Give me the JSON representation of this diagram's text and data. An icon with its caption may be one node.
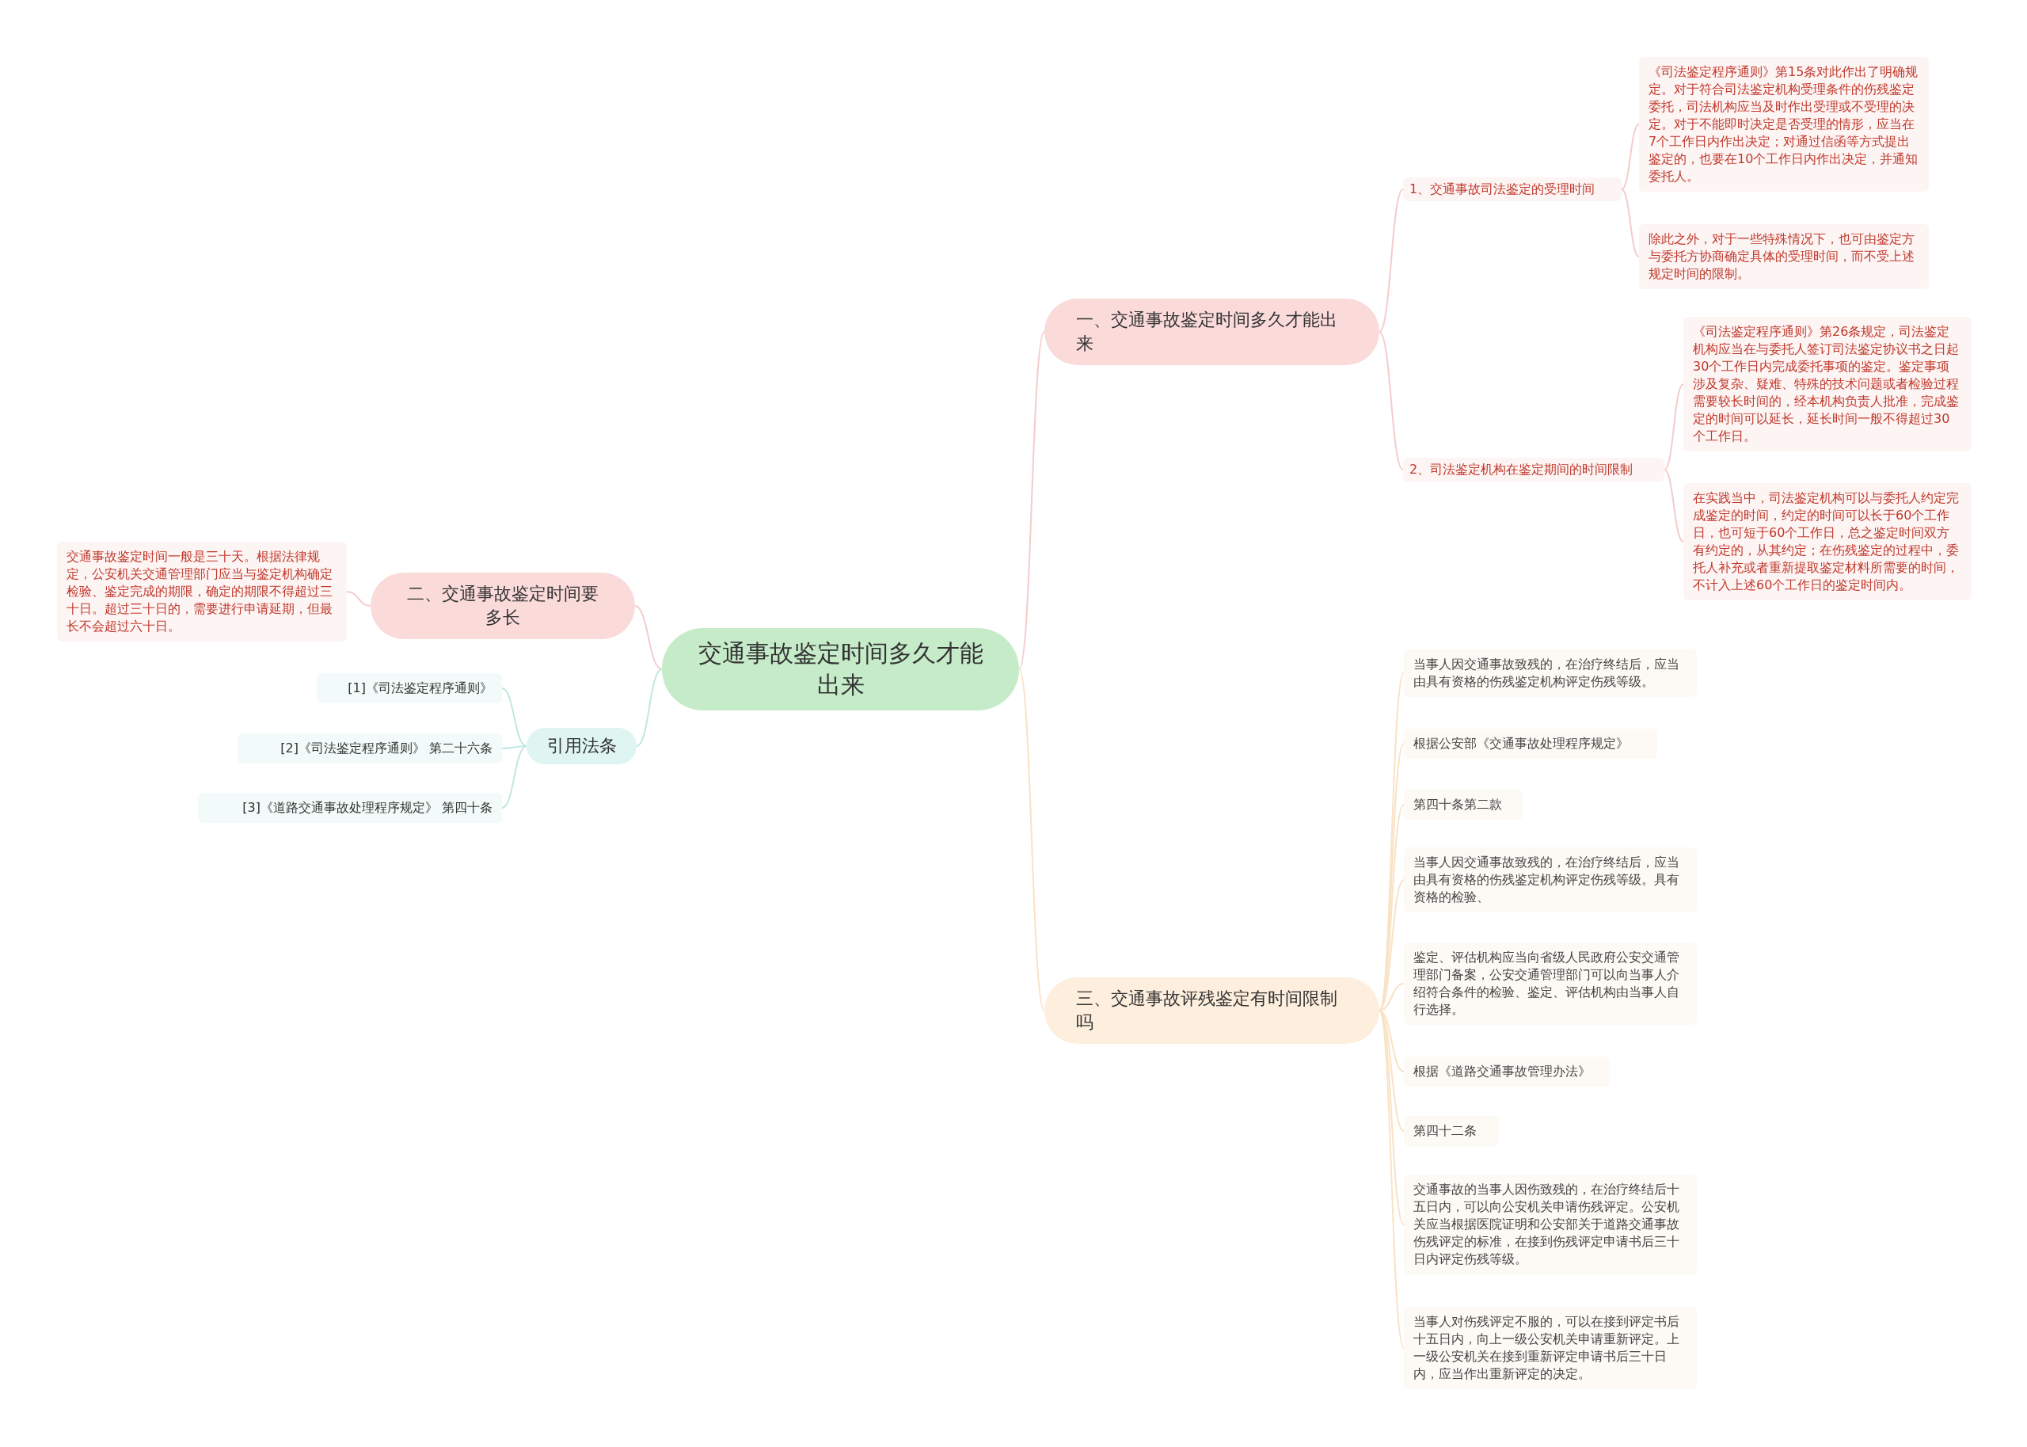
{
  "diagram": {
    "nodes": [
      {
        "text": [
          "交通事故鉴定时间多久才能出来"
        ]
      },
      {
        "text": [
          "一、交通事故鉴定时间多久才能出来"
        ]
      },
      {
        "text": [
          "1、交通事故司法鉴定的受理时间"
        ]
      },
      {
        "text": [
          "《司法鉴定程序通则》第15条对此作出了明确规定。对于符合司法鉴定机构受理条件的伤残鉴定委托，司法机构应当及时作出受理或不受理的决定。对于不能即时决定是否受理的情形，应当在7个工作日内作出决定；对通过信函等方式提出鉴定的，也要在10个工作日内作出决定，并通知委托人。"
        ]
      },
      {
        "text": [
          "除此之外，对于一些特殊情况下，也可由鉴定方与委托方协商确定具体的受理时间，而不受上述规定时间的限制。"
        ]
      },
      {
        "text": [
          "2、司法鉴定机构在鉴定期间的时间限制"
        ]
      },
      {
        "text": [
          "《司法鉴定程序通则》第26条规定，司法鉴定机构应当在与委托人签订司法鉴定协议书之日起30个工作日内完成委托事项的鉴定。鉴定事项涉及复杂、疑难、特殊的技术问题或者检验过程需要较长时间的，经本机构负责人批准，完成鉴定的时间可以延长，延长时间一般不得超过30个工作日。"
        ]
      },
      {
        "text": [
          "在实践当中，司法鉴定机构可以与委托人约定完成鉴定的时间，约定的时间可以长于60个工作日，也可短于60个工作日，总之鉴定时间双方有约定的，从其约定；在伤残鉴定的过程中，委托人补充或者重新提取鉴定材料所需要的时间，不计入上述60个工作日的鉴定时间内。"
        ]
      },
      {
        "text": [
          "二、交通事故鉴定时间要多长"
        ]
      },
      {
        "text": [
          "交通事故鉴定时间一般是三十天。根据法律规定，公安机关交通管理部门应当与鉴定机构确定检验、鉴定完成的期限，确定的期限不得超过三十日。超过三十日的，需要进行申请延期，但最长不会超过六十日。"
        ]
      },
      {
        "text": [
          "引用法条"
        ]
      },
      {
        "text": [
          "[1]《司法鉴定程序通则》"
        ]
      },
      {
        "text": [
          "[2]《司法鉴定程序通则》 第二十六条"
        ]
      },
      {
        "text": [
          "[3]《道路交通事故处理程序规定》 第四十条"
        ]
      },
      {
        "text": [
          "三、交通事故评残鉴定有时间限制吗"
        ]
      },
      {
        "text": [
          "当事人因交通事故致残的，在治疗终结后，应当由具有资格的伤残鉴定机构评定伤残等级。"
        ]
      },
      {
        "text": [
          "根据公安部《交通事故处理程序规定》"
        ]
      },
      {
        "text": [
          "第四十条第二款"
        ]
      },
      {
        "text": [
          "当事人因交通事故致残的，在治疗终结后，应当由具有资格的伤残鉴定机构评定伤残等级。具有资格的检验、"
        ]
      },
      {
        "text": [
          "鉴定、评估机构应当向省级人民政府公安交通管理部门备案，公安交通管理部门可以向当事人介绍符合条件的检验、鉴定、评估机构由当事人自行选择。"
        ]
      },
      {
        "text": [
          "根据《道路交通事故管理办法》"
        ]
      },
      {
        "text": [
          "第四十二条"
        ]
      },
      {
        "text": [
          "交通事故的当事人因伤致残的，在治疗终结后十五日内，可以向公安机关申请伤残评定。公安机关应当根据医院证明和公安部关于道路交通事故伤残评定的标准，在接到伤残评定申请书后三十日内评定伤残等级。"
        ]
      },
      {
        "text": [
          "当事人对伤残评定不服的，可以在接到评定书后十五日内，向上一级公安机关申请重新评定。上一级公安机关在接到重新评定申请书后三十日内，应当作出重新评定的决定。"
        ]
      }
    ],
    "edges": [
      {
        "from": 0,
        "to": 1,
        "arrow": "none",
        "color": "#f4cccc"
      },
      {
        "from": 1,
        "to": 2,
        "arrow": "none",
        "color": "#f4cccc"
      },
      {
        "from": 2,
        "to": 3,
        "arrow": "none",
        "color": "#f4cccc"
      },
      {
        "from": 2,
        "to": 4,
        "arrow": "none",
        "color": "#f4cccc"
      },
      {
        "from": 1,
        "to": 5,
        "arrow": "none",
        "color": "#f4cccc"
      },
      {
        "from": 5,
        "to": 6,
        "arrow": "none",
        "color": "#f4cccc"
      },
      {
        "from": 5,
        "to": 7,
        "arrow": "none",
        "color": "#f4cccc"
      },
      {
        "from": 0,
        "to": 8,
        "arrow": "none",
        "color": "#f4cccc"
      },
      {
        "from": 8,
        "to": 9,
        "arrow": "none",
        "color": "#f4cccc"
      },
      {
        "from": 0,
        "to": 10,
        "arrow": "none",
        "color": "#bfe8e0"
      },
      {
        "from": 10,
        "to": 11,
        "arrow": "none",
        "color": "#bfe8e0"
      },
      {
        "from": 10,
        "to": 12,
        "arrow": "none",
        "color": "#bfe8e0"
      },
      {
        "from": 10,
        "to": 13,
        "arrow": "none",
        "color": "#bfe8e0"
      },
      {
        "from": 0,
        "to": 14,
        "arrow": "none"
      },
      {
        "from": 14,
        "to": 15,
        "arrow": "none"
      },
      {
        "from": 14,
        "to": 16,
        "arrow": "none"
      },
      {
        "from": 14,
        "to": 17,
        "arrow": "none"
      },
      {
        "from": 14,
        "to": 18,
        "arrow": "none"
      },
      {
        "from": 14,
        "to": 19,
        "arrow": "none"
      },
      {
        "from": 14,
        "to": 20,
        "arrow": "none"
      },
      {
        "from": 14,
        "to": 21,
        "arrow": "none"
      },
      {
        "from": 14,
        "to": 22,
        "arrow": "none"
      },
      {
        "from": 14,
        "to": 23,
        "arrow": "none"
      }
    ]
  }
}
